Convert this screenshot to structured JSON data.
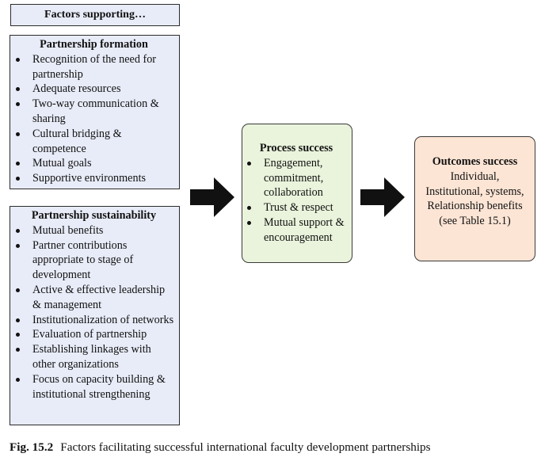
{
  "header": {
    "title": "Factors supporting…"
  },
  "formation": {
    "title": "Partnership formation",
    "items": [
      "Recognition of the need for partnership",
      "Adequate resources",
      "Two-way communication & sharing",
      "Cultural bridging & competence",
      "Mutual goals",
      "Supportive environments"
    ]
  },
  "sustainability": {
    "title": "Partnership sustainability",
    "items": [
      "Mutual benefits",
      "Partner contributions appropriate to stage of development",
      "Active & effective leadership & management",
      "Institutionalization of networks",
      "Evaluation of partnership",
      "Establishing linkages with other organizations",
      "Focus on capacity building & institutional strengthening"
    ]
  },
  "process": {
    "title": "Process success",
    "items": [
      "Engagement, commitment, collaboration",
      "Trust & respect",
      "Mutual support & encouragement"
    ]
  },
  "outcomes": {
    "title": "Outcomes success",
    "lines": [
      "Individual,",
      "Institutional, systems,",
      "Relationship benefits",
      "(see Table 15.1)"
    ]
  },
  "caption": {
    "label": "Fig. 15.2",
    "text": "Factors facilitating successful international faculty development partnerships"
  },
  "colors": {
    "factor_box_fill": "#e8ecf8",
    "process_box_fill": "#eaf4dc",
    "outcomes_box_fill": "#fde5d5",
    "arrow": "#111111"
  }
}
